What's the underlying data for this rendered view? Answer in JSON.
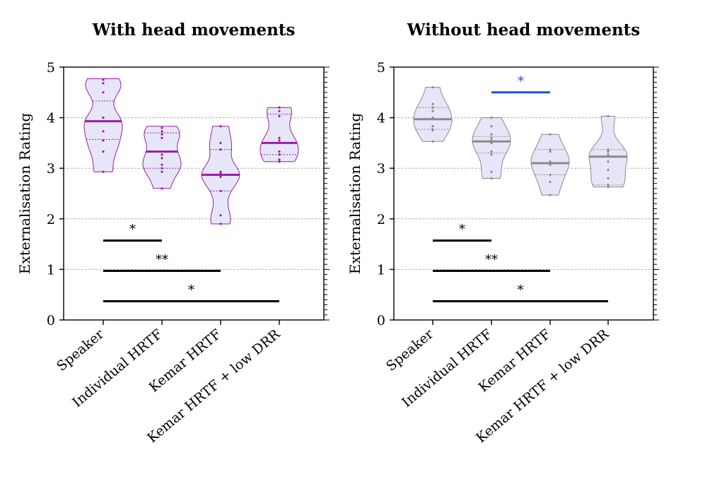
{
  "chart_data": [
    {
      "type": "violin",
      "title": "With head movements",
      "xlabel": "",
      "ylabel": "Externalisation Rating",
      "ylim": [
        0,
        5
      ],
      "yticks": [
        0,
        1,
        2,
        3,
        4,
        5
      ],
      "grid": "horizontal dashed",
      "color": "#9b1fa0",
      "fill": "#e6e6f8",
      "categories": [
        "Speaker",
        "Individual HRTF",
        "Kemar HRTF",
        "Kemar HRTF + low DRR"
      ],
      "series": [
        {
          "category": "Speaker",
          "median": 3.93,
          "q1": 3.57,
          "q3": 4.33,
          "min": 2.93,
          "max": 4.77,
          "points": [
            4.75,
            4.68,
            4.5,
            4.0,
            3.93,
            3.73,
            3.55,
            3.33,
            2.93
          ]
        },
        {
          "category": "Individual HRTF",
          "median": 3.33,
          "q1": 3.0,
          "q3": 3.7,
          "min": 2.6,
          "max": 3.83,
          "points": [
            3.8,
            3.73,
            3.67,
            3.6,
            3.27,
            3.2,
            3.07,
            3.0,
            2.93,
            2.6
          ]
        },
        {
          "category": "Kemar HRTF",
          "median": 2.87,
          "q1": 2.55,
          "q3": 3.37,
          "min": 1.9,
          "max": 3.83,
          "points": [
            3.83,
            3.5,
            3.37,
            2.93,
            2.9,
            2.87,
            2.83,
            2.55,
            2.07,
            1.9
          ]
        },
        {
          "category": "Kemar HRTF + low DRR",
          "median": 3.5,
          "q1": 3.27,
          "q3": 4.07,
          "min": 3.13,
          "max": 4.2,
          "points": [
            4.2,
            4.13,
            4.03,
            3.6,
            3.55,
            3.5,
            3.33,
            3.27,
            3.17,
            3.13
          ]
        }
      ],
      "significance": [
        {
          "label": "*",
          "from": "Speaker",
          "to": "Individual HRTF",
          "y": 1.57,
          "color": "#000000"
        },
        {
          "label": "**",
          "from": "Speaker",
          "to": "Kemar HRTF",
          "y": 0.97,
          "color": "#000000"
        },
        {
          "label": "*",
          "from": "Speaker",
          "to": "Kemar HRTF + low DRR",
          "y": 0.37,
          "color": "#000000"
        }
      ]
    },
    {
      "type": "violin",
      "title": "Without head movements",
      "xlabel": "",
      "ylabel": "Externalisation Rating",
      "ylim": [
        0,
        5
      ],
      "yticks": [
        0,
        1,
        2,
        3,
        4,
        5
      ],
      "grid": "horizontal dashed",
      "color": "#8a8a8a",
      "fill": "#e6e6f8",
      "categories": [
        "Speaker",
        "Individual HRTF",
        "Kemar HRTF",
        "Kemar HRTF + low DRR"
      ],
      "series": [
        {
          "category": "Speaker",
          "median": 3.97,
          "q1": 3.77,
          "q3": 4.2,
          "min": 3.53,
          "max": 4.6,
          "points": [
            4.6,
            4.27,
            4.2,
            4.13,
            4.0,
            3.97,
            3.83,
            3.77,
            3.75,
            3.53
          ]
        },
        {
          "category": "Individual HRTF",
          "median": 3.53,
          "q1": 3.3,
          "q3": 3.63,
          "min": 2.8,
          "max": 4.0,
          "points": [
            4.0,
            3.83,
            3.67,
            3.6,
            3.55,
            3.5,
            3.33,
            3.27,
            2.93,
            2.8
          ]
        },
        {
          "category": "Kemar HRTF",
          "median": 3.1,
          "q1": 2.87,
          "q3": 3.37,
          "min": 2.47,
          "max": 3.67,
          "points": [
            3.67,
            3.37,
            3.33,
            3.13,
            3.1,
            3.07,
            2.87,
            2.73,
            2.47
          ]
        },
        {
          "category": "Kemar HRTF + low DRR",
          "median": 3.23,
          "q1": 2.67,
          "q3": 3.37,
          "min": 2.63,
          "max": 4.03,
          "points": [
            4.03,
            3.37,
            3.33,
            3.27,
            3.13,
            2.97,
            2.8,
            2.67,
            2.63
          ]
        }
      ],
      "significance": [
        {
          "label": "*",
          "from": "Individual HRTF",
          "to": "Kemar HRTF",
          "y": 4.5,
          "color": "#1f4fe0"
        },
        {
          "label": "*",
          "from": "Speaker",
          "to": "Individual HRTF",
          "y": 1.57,
          "color": "#000000"
        },
        {
          "label": "**",
          "from": "Speaker",
          "to": "Kemar HRTF",
          "y": 0.97,
          "color": "#000000"
        },
        {
          "label": "*",
          "from": "Speaker",
          "to": "Kemar HRTF + low DRR",
          "y": 0.37,
          "color": "#000000"
        }
      ]
    }
  ]
}
